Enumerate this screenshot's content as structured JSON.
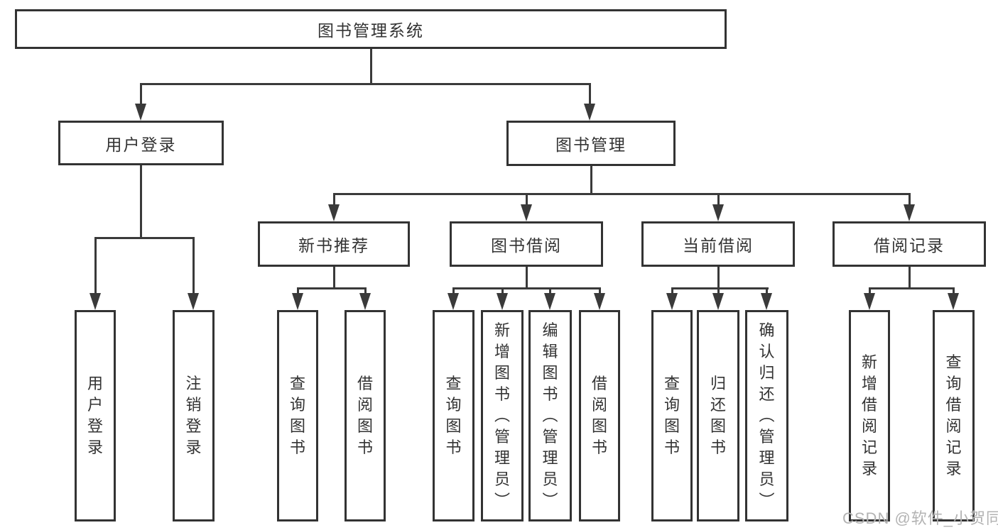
{
  "diagram": {
    "root": {
      "label": "图书管理系统"
    },
    "branches": [
      {
        "label": "用户登录",
        "children": [
          {
            "label": "用户登录"
          },
          {
            "label": "注销登录"
          }
        ]
      },
      {
        "label": "图书管理",
        "groups": [
          {
            "label": "新书推荐",
            "children": [
              {
                "label": "查询图书"
              },
              {
                "label": "借阅图书"
              }
            ]
          },
          {
            "label": "图书借阅",
            "children": [
              {
                "label": "查询图书"
              },
              {
                "label": "新增图书（管理员）"
              },
              {
                "label": "编辑图书（管理员）"
              },
              {
                "label": "借阅图书"
              }
            ]
          },
          {
            "label": "当前借阅",
            "children": [
              {
                "label": "查询图书"
              },
              {
                "label": "归还图书"
              },
              {
                "label": "确认归还（管理员）"
              }
            ]
          },
          {
            "label": "借阅记录",
            "children": [
              {
                "label": "新增借阅记录"
              },
              {
                "label": "查询借阅记录"
              }
            ]
          }
        ]
      }
    ]
  },
  "watermark": {
    "text": "CSDN @软件_小贺同学"
  },
  "colors": {
    "line": "#3a3a3a",
    "text": "#333333",
    "watermark": "#b3b3b3",
    "background": "#ffffff"
  }
}
